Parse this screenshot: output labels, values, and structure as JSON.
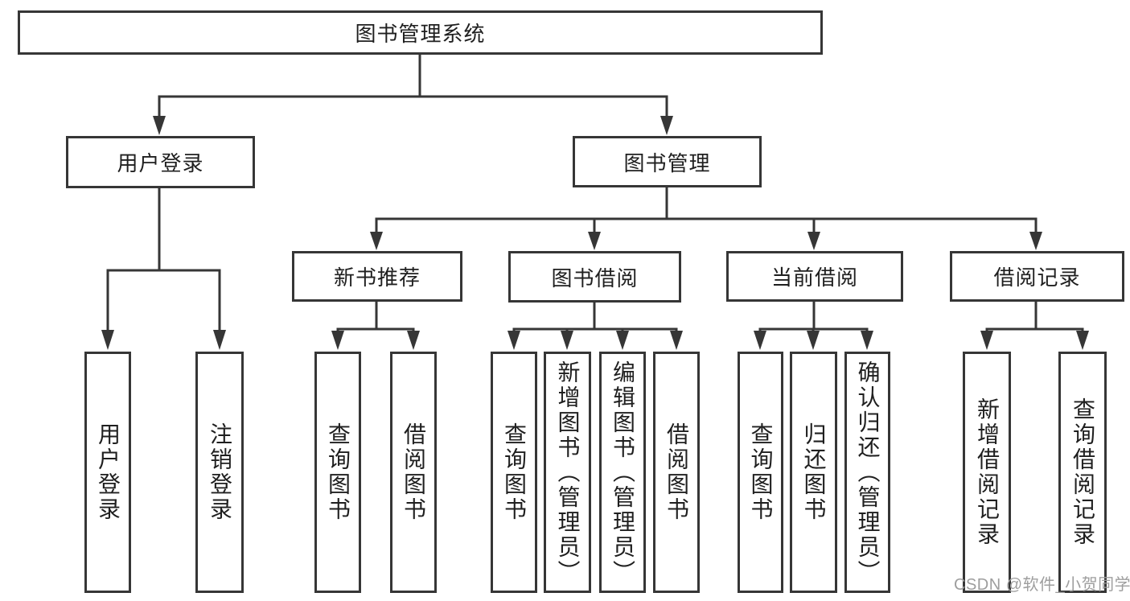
{
  "diagram": {
    "root": {
      "label": "图书管理系统"
    },
    "level2": [
      {
        "label": "用户登录"
      },
      {
        "label": "图书管理"
      }
    ],
    "level3": [
      {
        "label": "新书推荐"
      },
      {
        "label": "图书借阅"
      },
      {
        "label": "当前借阅"
      },
      {
        "label": "借阅记录"
      }
    ],
    "leaves": [
      {
        "label": "用户登录"
      },
      {
        "label": "注销登录"
      },
      {
        "label": "查询图书"
      },
      {
        "label": "借阅图书"
      },
      {
        "label": "查询图书"
      },
      {
        "label": "新增图书（管理员）"
      },
      {
        "label": "编辑图书（管理员）"
      },
      {
        "label": "借阅图书"
      },
      {
        "label": "查询图书"
      },
      {
        "label": "归还图书"
      },
      {
        "label": "确认归还（管理员）"
      },
      {
        "label": "新增借阅记录"
      },
      {
        "label": "查询借阅记录"
      }
    ]
  },
  "watermark": {
    "text": "CSDN @软件_小贺同学",
    "color": "#9e9e9e"
  },
  "colors": {
    "line": "#363636",
    "text": "#1f1f1f",
    "background": "#ffffff"
  }
}
